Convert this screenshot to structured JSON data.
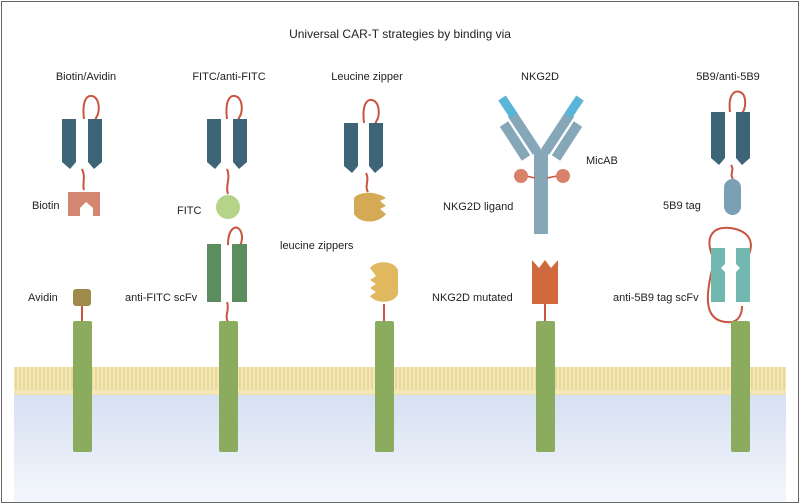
{
  "diagram": {
    "title": "Universal CAR-T strategies by binding via",
    "columns": [
      {
        "id": "biotin",
        "header": "Biotin/Avidin",
        "top_label": "Biotin",
        "bottom_label": "Avidin"
      },
      {
        "id": "fitc",
        "header": "FITC/anti-FITC",
        "top_label": "FITC",
        "bottom_label": "anti-FITC scFv"
      },
      {
        "id": "leucine",
        "header": "Leucine zipper",
        "middle_label": "leucine zippers"
      },
      {
        "id": "nkg2d",
        "header": "NKG2D",
        "top_label": "MicAB",
        "middle_label": "NKG2D ligand",
        "bottom_label": "NKG2D mutated"
      },
      {
        "id": "5b9",
        "header": "5B9/anti-5B9",
        "top_label": "5B9 tag",
        "bottom_label": "anti-5B9 tag scFv"
      }
    ],
    "colors": {
      "antibody": "#3e6478",
      "linker": "#c8553f",
      "biotin": "#d48770",
      "avidin": "#a08a4a",
      "fitc": "#b5d48a",
      "anti_fitc": "#5b8d5e",
      "zipper": "#e0b860",
      "nkg2d_ligand": "#86a7b8",
      "nkg2d_arm": "#58b5d8",
      "micab": "#d9826a",
      "nkg2d_mutated": "#d06a3e",
      "tag": "#7b9fb5",
      "anti_tag": "#72b8b0",
      "receptor": "#8bab5e",
      "membrane": "#f3e7b0",
      "cytoplasm": "#e3ebf7"
    }
  }
}
